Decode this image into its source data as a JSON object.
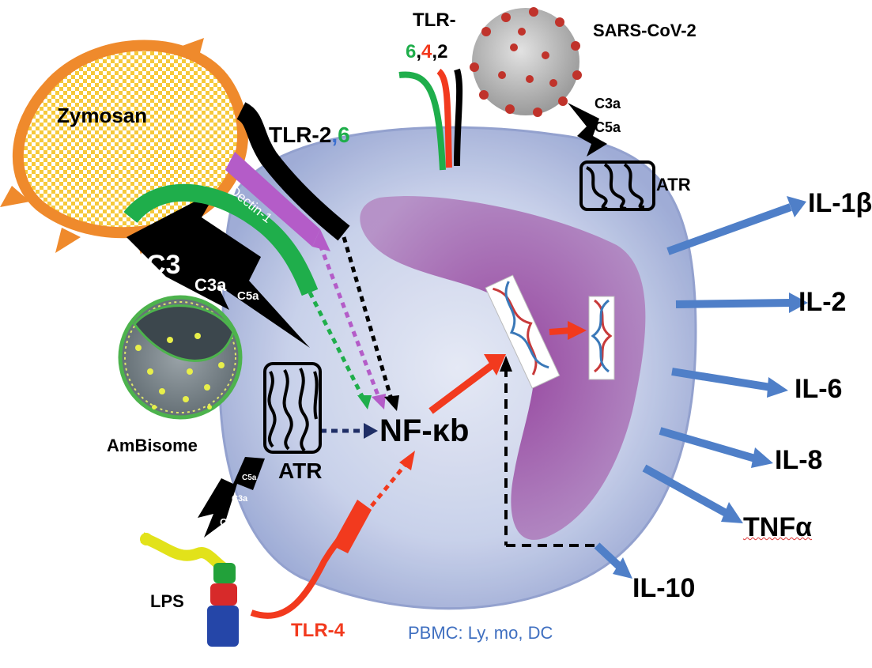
{
  "title": "",
  "labels": {
    "zymosan": "Zymosan",
    "tlr26_prefix": "TLR-2",
    "tlr26_comma": ",",
    "tlr26_six": "6",
    "dectin": "Dectin-1",
    "c3_big": "C3",
    "c3a_big": "C3a",
    "c5a_big": "C5a",
    "ambisome": "AmBisome",
    "atr_left": "ATR",
    "nfkb": "NF-κb",
    "lps": "LPS",
    "c5a_small": "C5a",
    "c3a_small": "C3a",
    "c3_small": "C3",
    "tlr4": "TLR-4",
    "tlr_top_prefix": "TLR-",
    "tlr_top_6": "6",
    "tlr_top_c1": ",",
    "tlr_top_4": "4",
    "tlr_top_c2": ",",
    "tlr_top_2": "2",
    "sars": "SARS-CoV-2",
    "c3a_sars": "C3a",
    "c5a_sars": "C5a",
    "atr_right": "ATR",
    "pbmc": "PBMC: Ly, mo, DC"
  },
  "cytokines": [
    "IL-1β",
    "IL-2",
    "IL-6",
    "IL-8",
    "TNFα",
    "IL-10"
  ],
  "colors": {
    "zymosan_fill": "#f6c93a",
    "zymosan_border": "#ef8a2c",
    "dectin": "#b45cc8",
    "tlr2_black": "#000000",
    "tlr6_green": "#1fae4b",
    "tlr4_red": "#f23a1e",
    "cytokine_arrow": "#4f7fc8",
    "nucleus": "#7a2a8c",
    "cell": "#c9d2ea",
    "pbmc_text": "#3f6fc0",
    "sars_spikes": "#c0332b"
  },
  "icons": [
    "zymosan-particle",
    "liposome-sphere",
    "lps-molecule",
    "virus-particle",
    "receptor-coil",
    "dna-helix"
  ]
}
